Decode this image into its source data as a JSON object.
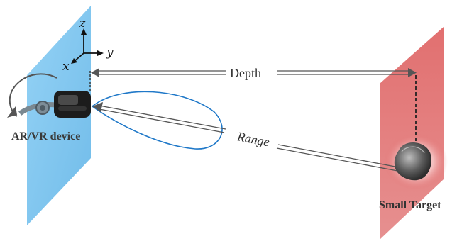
{
  "labels": {
    "device": "AR/VR device",
    "target": "Small Target",
    "depth": "Depth",
    "range": "Range"
  },
  "axes": {
    "z": "z",
    "y": "y",
    "x": "x"
  },
  "colors": {
    "device_plane": "#7ec8f2",
    "target_plane": "#e06a6a",
    "range_lobe": "#1f78c8",
    "arrows": "#555555",
    "caption_device": "#3a3a3a",
    "caption_target": "#333333"
  },
  "icons": {
    "headset": "vr-headset-icon",
    "target": "target-blob-icon"
  }
}
